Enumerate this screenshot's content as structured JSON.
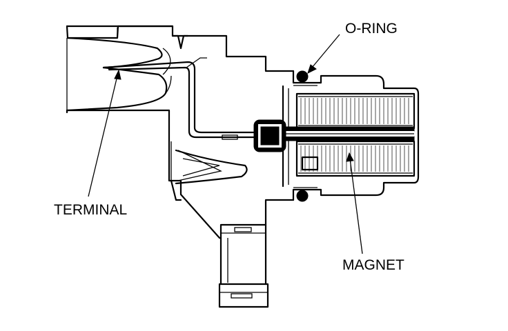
{
  "labels": {
    "o_ring": "O-RING",
    "terminal": "TERMINAL",
    "magnet": "MAGNET"
  },
  "colors": {
    "line": "#000000",
    "background": "#ffffff"
  }
}
